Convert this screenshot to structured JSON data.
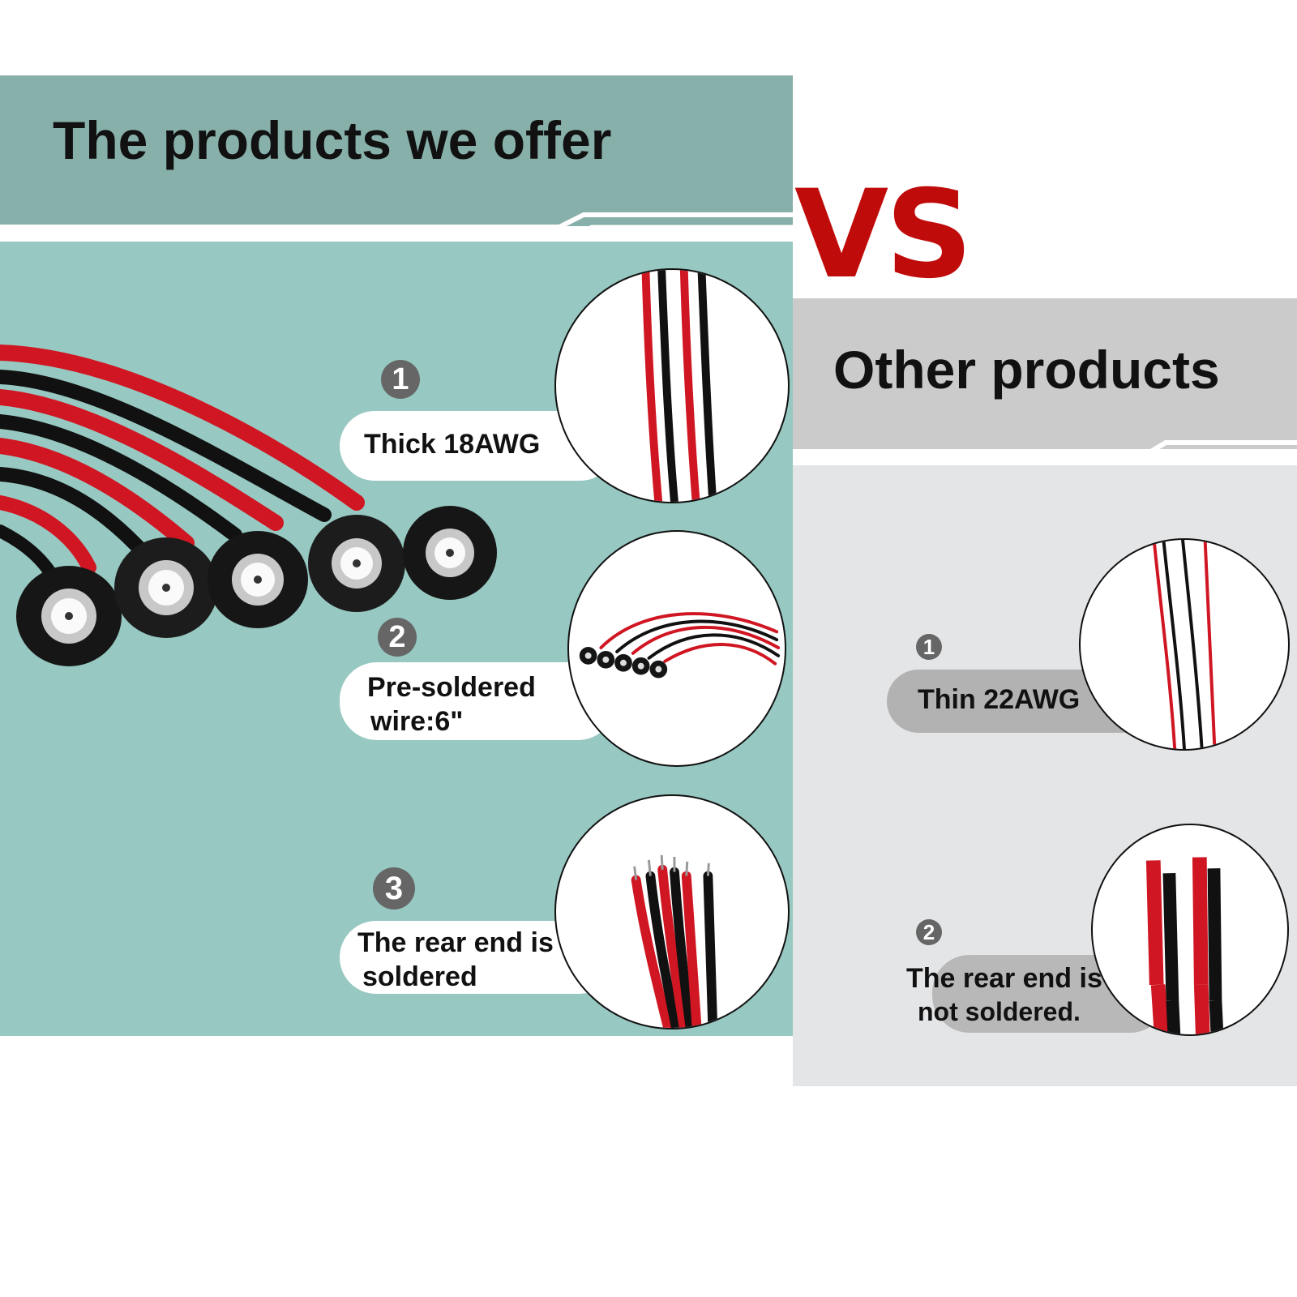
{
  "colors": {
    "left_header_bg": "#88b0aa",
    "left_panel_bg": "#97c8c1",
    "right_header_bg": "#cbcbcb",
    "right_panel_bg": "#e4e5e7",
    "vs_red": "#c00b0b",
    "wire_red": "#d01622",
    "wire_black": "#111111"
  },
  "left": {
    "title": "The products we offer",
    "features": [
      {
        "number": "1",
        "lines": [
          "Thick 18AWG"
        ]
      },
      {
        "number": "2",
        "lines": [
          "Pre-soldered",
          "wire:6\""
        ]
      },
      {
        "number": "3",
        "lines": [
          "The rear end is",
          "soldered"
        ]
      }
    ]
  },
  "vs": "VS",
  "right": {
    "title": "Other products",
    "features": [
      {
        "number": "1",
        "lines": [
          "Thin 22AWG"
        ]
      },
      {
        "number": "2",
        "lines": [
          "The rear end is",
          "not soldered."
        ]
      }
    ]
  },
  "icons": {
    "product_photo": "dc-jack-connectors-photo",
    "detail_1": "thick-wires-closeup",
    "detail_2": "connector-bundle-closeup",
    "detail_3": "soldered-ends-closeup",
    "other_detail_1": "thin-wires-closeup",
    "other_detail_2": "unsoldered-ends-closeup"
  }
}
